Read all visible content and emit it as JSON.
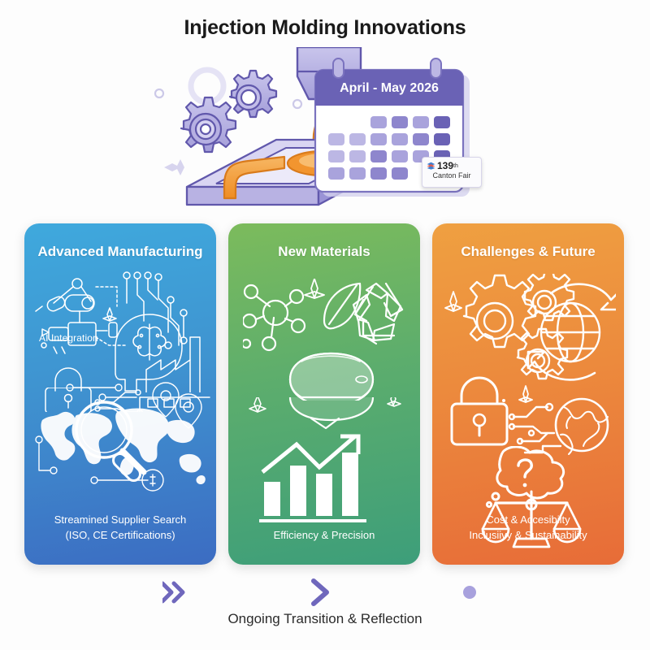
{
  "page": {
    "title": "Injection Molding Innovations",
    "background": "#fdfdfd"
  },
  "hero": {
    "name": "injection-molding-machine-illustration",
    "calendar": {
      "header": "April - May 2026",
      "badge_number": "139",
      "badge_suffix": "th",
      "badge_label": "Canton Fair",
      "header_color": "#6a62b5",
      "body_color": "#ffffff"
    },
    "palette": {
      "purple_dark": "#5b53a8",
      "purple_mid": "#8b85cf",
      "purple_light": "#b9b5e4",
      "orange": "#f2952f",
      "orange_light": "#f7b763"
    }
  },
  "cards": [
    {
      "id": "advanced-manufacturing",
      "theme": "blue",
      "title": "Advanced Manufacturing",
      "inline_label": "AI Integration",
      "caption": "Streamined Supplier Search\n(ISO, CE Certifications)",
      "caption_line1": "Streamined Supplier Search",
      "caption_line2": "(ISO, CE Certifications)",
      "gradient_from": "#3fa9dd",
      "gradient_to": "#3c6cc2",
      "icons": [
        "robot-arm-icon",
        "ai-brain-head-icon",
        "circuit-traces-icon",
        "padlock-icon",
        "factory-icon",
        "world-map-icon",
        "magnifier-globe-icon",
        "location-pin-icon",
        "dollar-coin-icon"
      ]
    },
    {
      "id": "new-materials",
      "theme": "green",
      "title": "New Materials",
      "inline_label": "",
      "caption_line1": "Efficiency & Precision",
      "caption_line2": "",
      "gradient_from": "#7cbb5c",
      "gradient_to": "#3d9e7a",
      "icons": [
        "molecule-icon",
        "leaf-icon",
        "recycle-icon",
        "polymer-pellet-icon",
        "sparkle-icon",
        "bar-chart-growth-icon"
      ]
    },
    {
      "id": "challenges-future",
      "theme": "orange",
      "title": "Challenges & Future",
      "inline_label": "",
      "caption_line1": "Cost & Accesibilty",
      "caption_line2": "Inclusiivy & Sustainability",
      "gradient_from": "#efa041",
      "gradient_to": "#e76c38",
      "icons": [
        "gears-icon",
        "globe-rotation-icon",
        "padlock-icon",
        "circuit-traces-icon",
        "earth-icon",
        "question-thought-bubble-icon",
        "balance-scales-icon"
      ]
    }
  ],
  "timeline": {
    "name": "ongoing-transition-arrow",
    "caption": "Ongoing Transition & Reflection",
    "color_solid": "#6f67bc",
    "color_faded": "#b9b3e4"
  }
}
